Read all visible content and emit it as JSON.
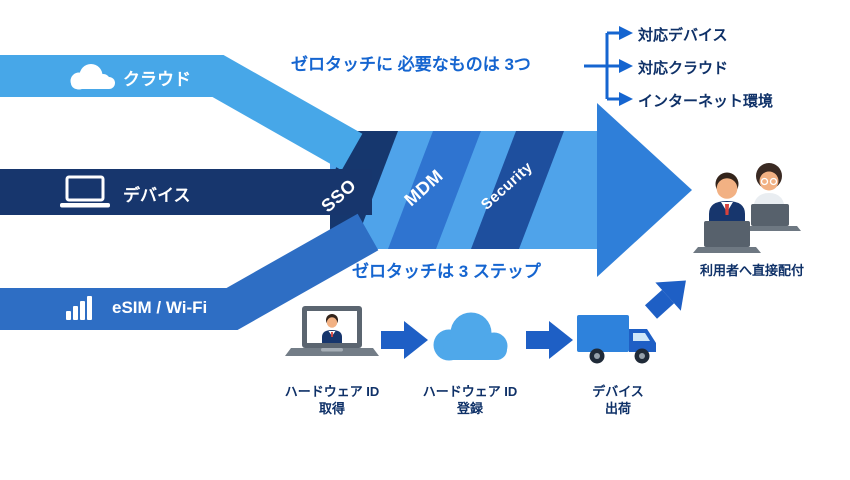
{
  "colors": {
    "band_light_blue": "#47A7E8",
    "band_navy": "#17366D",
    "band_blue": "#2E6EC4",
    "arrow_body": "#4FA3EA",
    "arrow_head": "#2F7FD9",
    "accent_text_blue": "#1565D0",
    "dark_text_navy": "#0F3168",
    "step_arrow_blue": "#1E5FC5"
  },
  "bands": [
    {
      "icon": "cloud-icon",
      "label": "クラウド"
    },
    {
      "icon": "device-icon",
      "label": "デバイス"
    },
    {
      "icon": "signal-bars-icon",
      "label": "eSIM / Wi-Fi"
    }
  ],
  "ribbon": {
    "segments": [
      {
        "label": "SSO"
      },
      {
        "label": "MDM"
      },
      {
        "label": "Security"
      }
    ]
  },
  "requirements": {
    "title": "ゼロタッチに 必要なものは 3つ",
    "items": [
      {
        "label": "対応デバイス"
      },
      {
        "label": "対応クラウド"
      },
      {
        "label": "インターネット環境"
      }
    ]
  },
  "steps": {
    "title": "ゼロタッチは 3 ステップ",
    "items": [
      {
        "icon": "laptop-user-icon",
        "line1": "ハードウェア ID",
        "line2": "取得"
      },
      {
        "icon": "cloud-upload-icon",
        "line1": "ハードウェア ID",
        "line2": "登録"
      },
      {
        "icon": "truck-icon",
        "line1": "デバイス",
        "line2": "出荷"
      }
    ],
    "result": "利用者へ直接配付"
  }
}
